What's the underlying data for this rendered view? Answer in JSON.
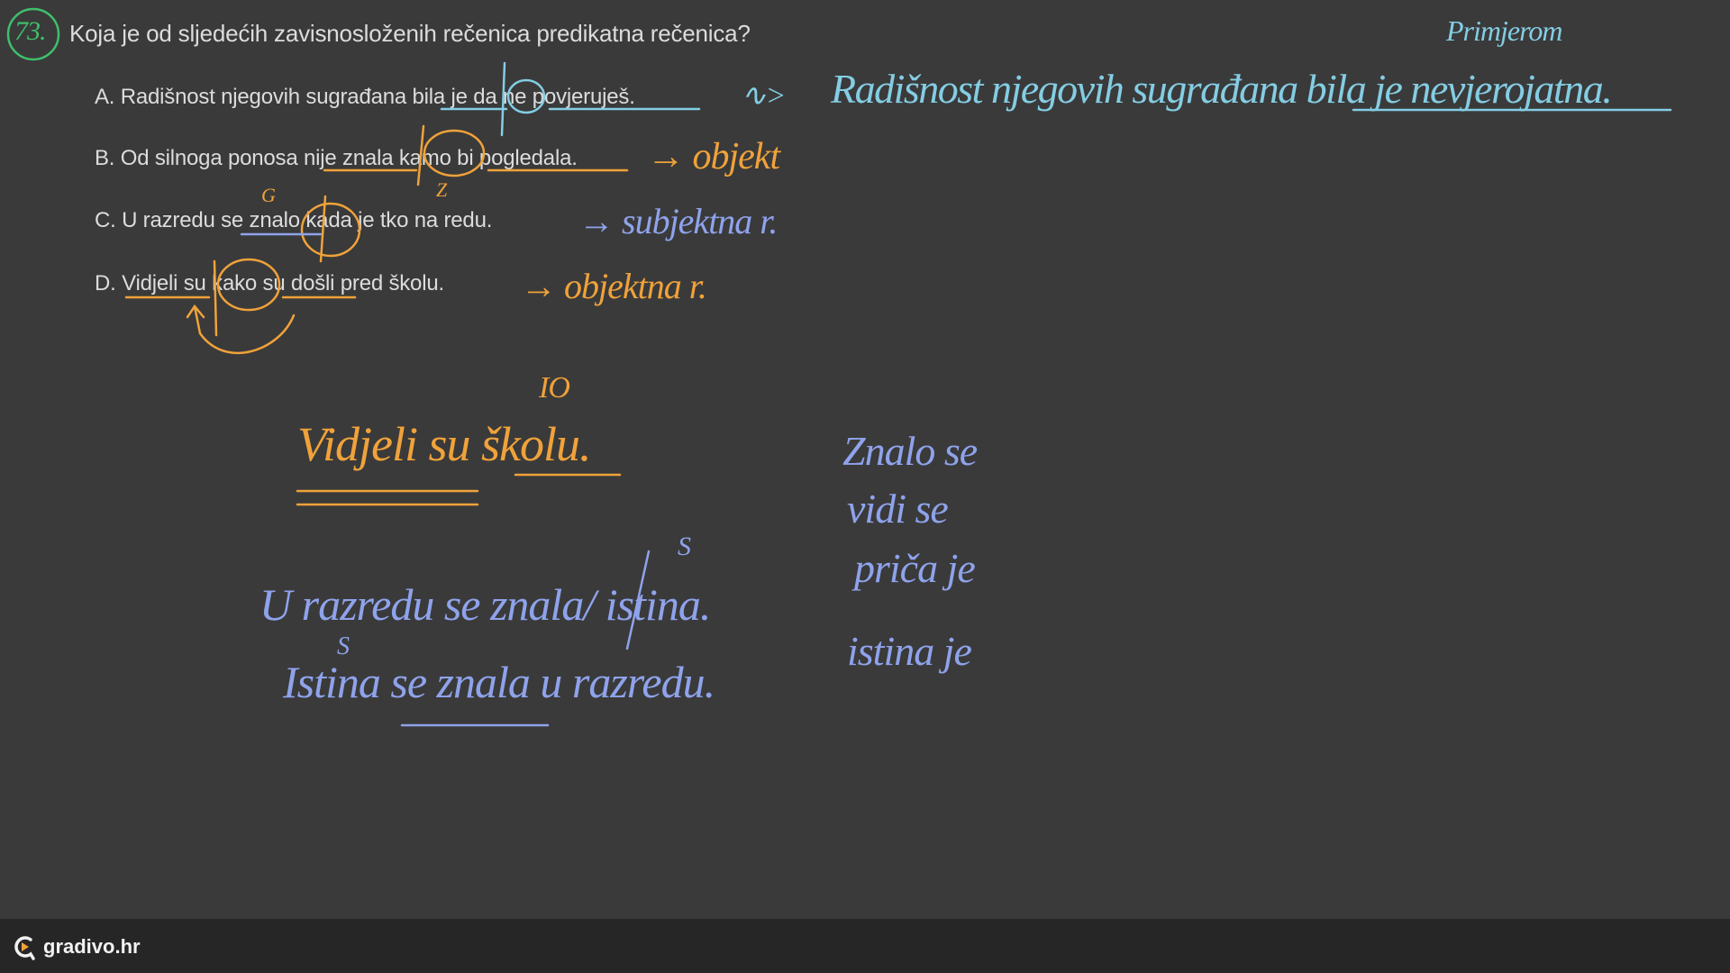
{
  "question": {
    "number": "73.",
    "text": "Koja je od sljedećih zavisnosloženih rečenica predikatna rečenica?",
    "options": [
      {
        "label": "A. Radišnost njegovih sugrađana bila je da ne povjeruješ."
      },
      {
        "label": "B. Od silnoga ponosa nije znala kamo bi pogledala."
      },
      {
        "label": "C. U razredu se znalo kada je tko na redu."
      },
      {
        "label": "D. Vidjeli su kako su došli pred školu."
      }
    ]
  },
  "annotations": {
    "a_mark": "∿>",
    "b_answer": "→ objekt",
    "c_answer": "→ subjektna r.",
    "d_answer": "→ objektna r.",
    "g_mark": "G",
    "z_mark": "Z",
    "example_label": "Primjerom",
    "example_sentence": "Radišnost njegovih sugrađana bila je nevjerojatna.",
    "vidjeli": "Vidjeli su školu.",
    "io_mark": "IO",
    "razred_1": "U razredu se znala/ istina.",
    "s_mark_1": "S",
    "razred_2": "Istina se znala u razredu.",
    "s_mark_2": "S",
    "list": [
      "Znalo se",
      "vidi se",
      "priča je",
      "istina je"
    ]
  },
  "footer": {
    "brand": "gradivo.hr"
  },
  "colors": {
    "background": "#3a3a3a",
    "orange": "#f0a23a",
    "cyan": "#84cde3",
    "blue": "#8fa3ec",
    "green": "#3fbf6a",
    "footer": "#262626"
  }
}
